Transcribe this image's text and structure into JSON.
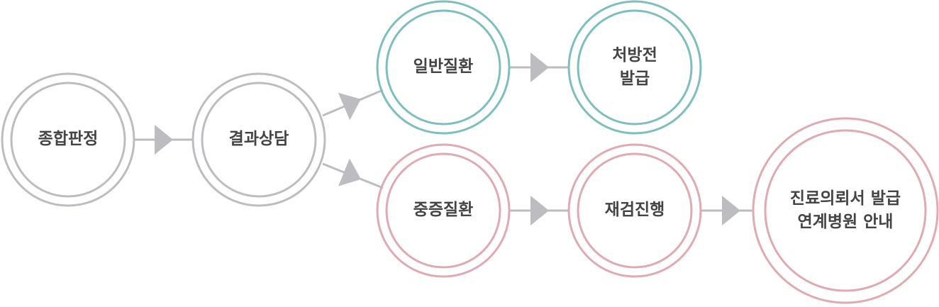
{
  "colors": {
    "gray": "#bdbdc1",
    "teal": "#7cbfbe",
    "pink": "#dfaab1",
    "arrow": "#bdbdc1",
    "text": "#444444"
  },
  "nodes": [
    {
      "id": "general-review",
      "label": "종합판정",
      "color": "gray"
    },
    {
      "id": "result-consult",
      "label": "결과상담",
      "color": "gray"
    },
    {
      "id": "general-disease",
      "label": "일반질환",
      "color": "teal"
    },
    {
      "id": "prescription",
      "label": "처방전\n발급",
      "color": "teal"
    },
    {
      "id": "serious-disease",
      "label": "중증질환",
      "color": "pink"
    },
    {
      "id": "reexam",
      "label": "재검진행",
      "color": "pink"
    },
    {
      "id": "referral",
      "label": "진료의뢰서 발급\n연계병원 안내",
      "color": "pink"
    }
  ]
}
